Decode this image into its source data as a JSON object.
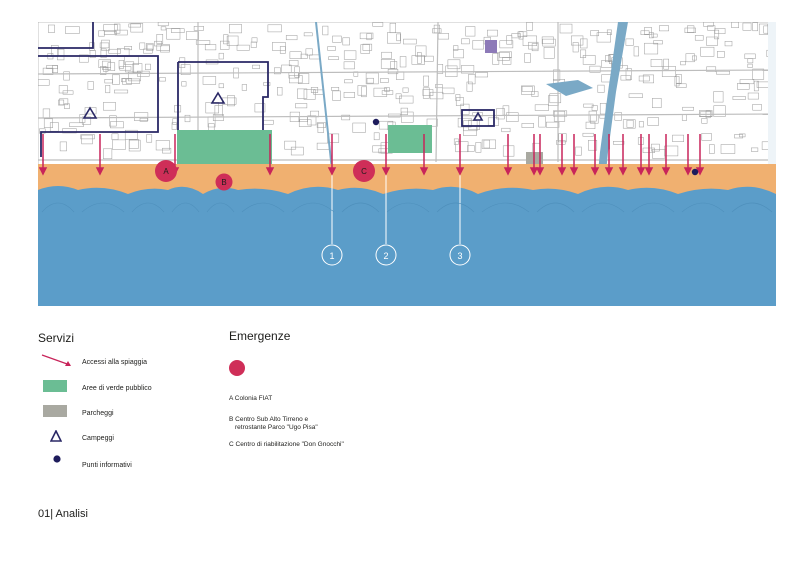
{
  "map": {
    "markers": [
      {
        "letter": "A",
        "kind": "emergency"
      },
      {
        "letter": "B",
        "kind": "emergency"
      },
      {
        "letter": "C",
        "kind": "emergency"
      }
    ],
    "sections": [
      "1",
      "2",
      "3"
    ]
  },
  "legend": {
    "services_title": "Servizi",
    "items": [
      {
        "label": "Accessi alla spiaggia",
        "icon": "arrow-icon"
      },
      {
        "label": "Aree di verde pubblico",
        "icon": "green-area-swatch"
      },
      {
        "label": "Parcheggi",
        "icon": "parking-swatch"
      },
      {
        "label": "Campeggi",
        "icon": "camping-triangle-icon"
      },
      {
        "label": "Punti informativi",
        "icon": "info-point-dot"
      }
    ]
  },
  "emergencies": {
    "title": "Emergenze",
    "items": [
      "A Colonia FIAT",
      "B Centro Sub Alto Tirreno e",
      "retrostante Parco \"Ugo Pisa\"",
      "C Centro di riabilitazione \"Don Gnocchi\""
    ]
  },
  "footer": {
    "label": "01| Analisi"
  },
  "colors": {
    "sea": "#5b9dc9",
    "beach": "#f0b070",
    "green_area": "#6bbd94",
    "parking": "#a9a9a1",
    "access": "#c8245a",
    "emergency": "#cf2e58",
    "camp_border": "#2a2866",
    "info_point": "#1e1c5c",
    "canal": "#7aa9c6"
  }
}
